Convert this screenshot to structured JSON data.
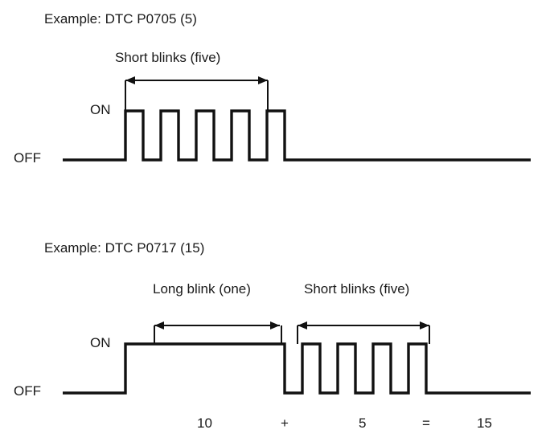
{
  "page": {
    "background": "#ffffff",
    "ink": "#111111"
  },
  "diagrams": [
    {
      "id": "example-1",
      "title": "Example: DTC P0705 (5)",
      "arrow_labels": [
        {
          "id": "short-blinks-1",
          "text": "Short blinks (five)"
        }
      ],
      "axis_labels": {
        "on": "ON",
        "off": "OFF"
      },
      "pulse_pattern": {
        "type": "square-wave",
        "short_blinks": 5,
        "long_blinks": 0
      }
    },
    {
      "id": "example-2",
      "title": "Example: DTC P0717 (15)",
      "arrow_labels": [
        {
          "id": "long-blink",
          "text": "Long blink (one)"
        },
        {
          "id": "short-blinks-2",
          "text": "Short blinks (five)"
        }
      ],
      "axis_labels": {
        "on": "ON",
        "off": "OFF"
      },
      "pulse_pattern": {
        "type": "square-wave",
        "long_blinks": 1,
        "short_blinks": 5
      },
      "equation": {
        "long_value": "10",
        "plus": "+",
        "short_value": "5",
        "equals": "=",
        "total": "15"
      }
    }
  ]
}
